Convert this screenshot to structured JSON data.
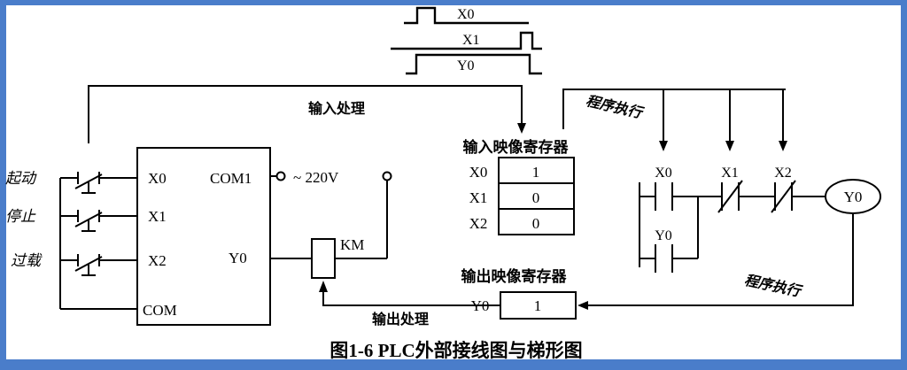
{
  "caption": "图1-6  PLC外部接线图与梯形图",
  "colors": {
    "frame": "#4a7dca",
    "paper": "#ffffff",
    "ink": "#000000"
  },
  "timing": {
    "traces": [
      {
        "label": "X0"
      },
      {
        "label": "X1"
      },
      {
        "label": "Y0"
      }
    ]
  },
  "flow": {
    "input_processing": "输入处理",
    "program_execution_top": "程序执行",
    "program_execution_bottom": "程序执行",
    "output_processing": "输出处理"
  },
  "external": {
    "buttons": [
      {
        "label": "起动"
      },
      {
        "label": "停止"
      },
      {
        "label": "过载"
      }
    ],
    "voltage": "~ 220V",
    "contactor": "KM"
  },
  "plc": {
    "input_terminals": [
      "X0",
      "X1",
      "X2"
    ],
    "com": "COM",
    "com1": "COM1",
    "output": "Y0"
  },
  "input_register": {
    "title": "输入映像寄存器",
    "rows": [
      {
        "name": "X0",
        "value": "1"
      },
      {
        "name": "X1",
        "value": "0"
      },
      {
        "name": "X2",
        "value": "0"
      }
    ]
  },
  "output_register": {
    "title": "输出映像寄存器",
    "rows": [
      {
        "name": "Y0",
        "value": "1"
      }
    ]
  },
  "ladder": {
    "contacts": [
      {
        "label": "X0"
      },
      {
        "label": "X1"
      },
      {
        "label": "X2"
      }
    ],
    "parallel_contact": "Y0",
    "coil": "Y0"
  }
}
